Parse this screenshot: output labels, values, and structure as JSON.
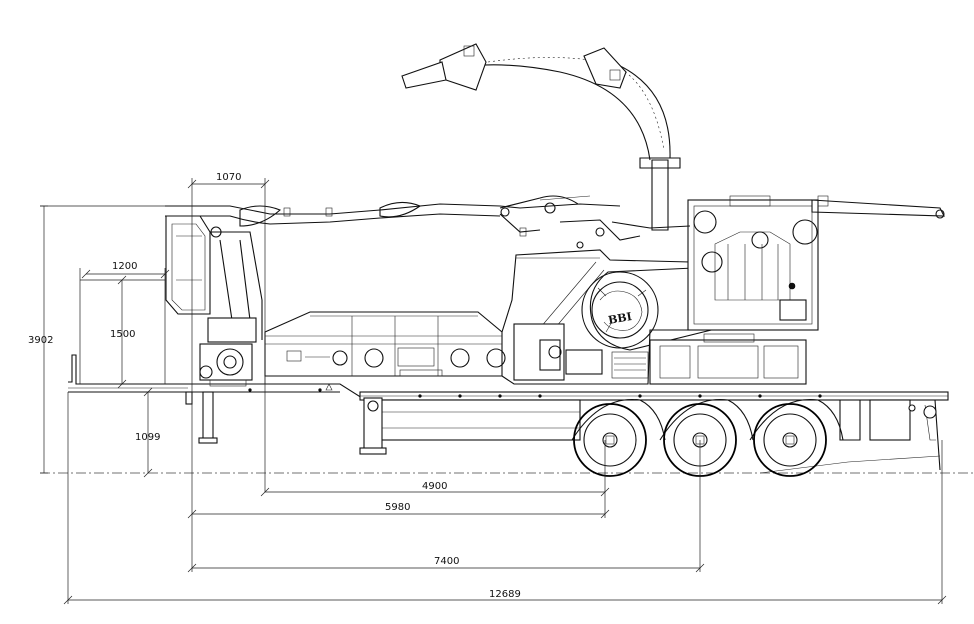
{
  "dimensions": {
    "overall_height": "3902",
    "crane_offset": "1070",
    "front_overhang": "1200",
    "front_height": "1500",
    "deck_height": "1099",
    "to_first_axle": "4900",
    "to_axle_group": "5980",
    "to_rear_axle": "7400",
    "overall_length": "12689"
  },
  "logo_text": "BBI"
}
